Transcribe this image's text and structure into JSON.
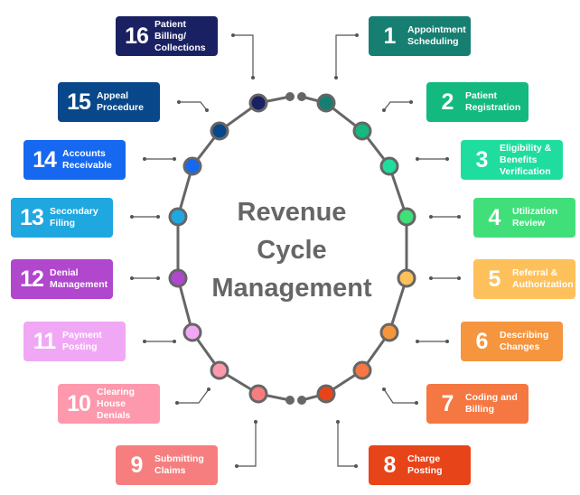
{
  "title": {
    "line1": "Revenue",
    "line2": "Cycle",
    "line3": "Management"
  },
  "steps": [
    {
      "num": "1",
      "label": "Appointment\nScheduling",
      "color": "#167f72"
    },
    {
      "num": "2",
      "label": "Patient\nRegistration",
      "color": "#13b97e"
    },
    {
      "num": "3",
      "label": "Eligibility & Benefits\nVerification",
      "color": "#1fdd9e"
    },
    {
      "num": "4",
      "label": "Utilization\nReview",
      "color": "#41df7a"
    },
    {
      "num": "5",
      "label": "Referral &\nAuthorization",
      "color": "#fec05a"
    },
    {
      "num": "6",
      "label": "Describing\nChanges",
      "color": "#f5953e"
    },
    {
      "num": "7",
      "label": "Coding and\nBilling",
      "color": "#f57741"
    },
    {
      "num": "8",
      "label": "Charge\nPosting",
      "color": "#e84419"
    },
    {
      "num": "9",
      "label": "Submitting\nClaims",
      "color": "#f67e7e"
    },
    {
      "num": "10",
      "label": "Clearing House\nDenials",
      "color": "#fd98ad"
    },
    {
      "num": "11",
      "label": "Payment\nPosting",
      "color": "#f0a8f5"
    },
    {
      "num": "12",
      "label": "Denial\nManagement",
      "color": "#b047cd"
    },
    {
      "num": "13",
      "label": "Secondary\nFiling",
      "color": "#1fa7e0"
    },
    {
      "num": "14",
      "label": "Accounts\nReceivable",
      "color": "#1768f0"
    },
    {
      "num": "15",
      "label": "Appeal\nProcedure",
      "color": "#08478a"
    },
    {
      "num": "16",
      "label": "Patient Billing/\nCollections",
      "color": "#1a2163"
    }
  ]
}
